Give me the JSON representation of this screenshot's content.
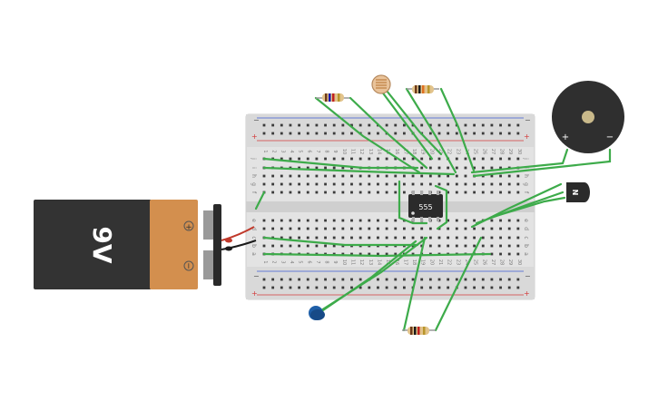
{
  "battery": {
    "label": "9V",
    "plus_symbol": "+",
    "minus_symbol": "−"
  },
  "breadboard": {
    "column_numbers": [
      "1",
      "2",
      "3",
      "4",
      "5",
      "6",
      "7",
      "8",
      "9",
      "10",
      "11",
      "12",
      "13",
      "14",
      "15",
      "16",
      "17",
      "18",
      "19",
      "20",
      "21",
      "22",
      "23",
      "24",
      "25",
      "26",
      "27",
      "28",
      "29",
      "30"
    ],
    "row_letters_top": [
      "j",
      "i",
      "h",
      "g",
      "f"
    ],
    "row_letters_bottom": [
      "e",
      "d",
      "c",
      "b",
      "a"
    ],
    "rail_minus": "−",
    "rail_plus": "+"
  },
  "chip": {
    "label": "555"
  },
  "buzzer": {
    "plus": "+",
    "minus": "−"
  },
  "transistor": {
    "label": "N"
  },
  "colors": {
    "wire": "#3dab4a",
    "board": "#dcdcdc",
    "battery_body": "#333333",
    "battery_cap": "#d38f4e",
    "rail_red": "#d33a3a",
    "rail_blue": "#3a5ad3",
    "capacitor": "#1f5fa8"
  }
}
